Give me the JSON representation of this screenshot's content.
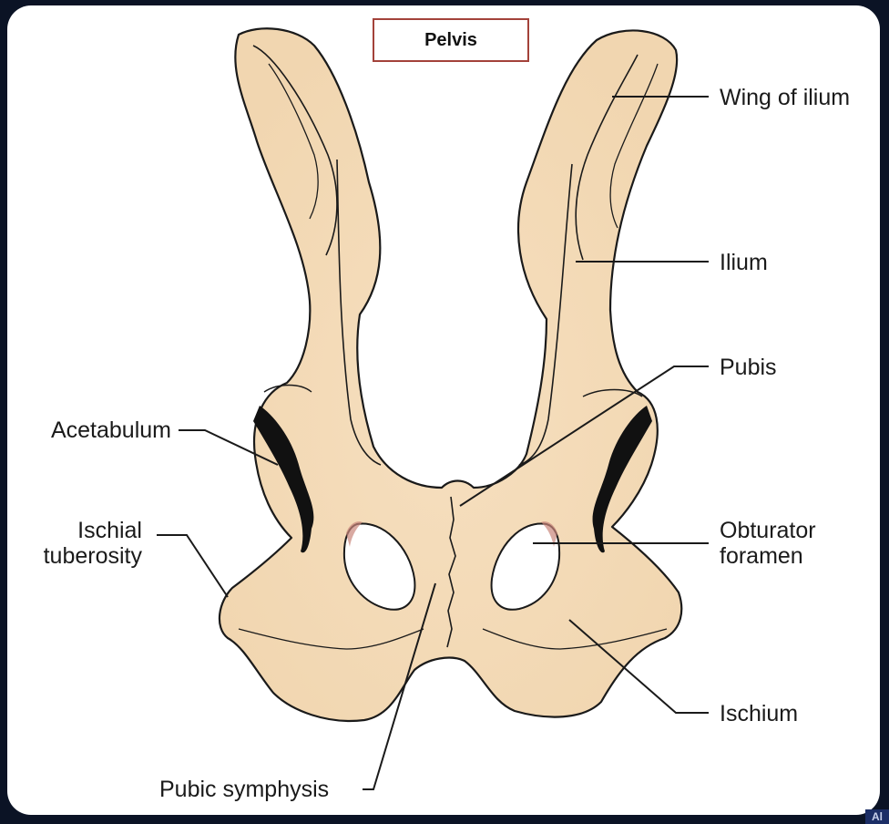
{
  "title": "Pelvis",
  "labels": {
    "wing_of_ilium": "Wing of ilium",
    "ilium": "Ilium",
    "pubis": "Pubis",
    "acetabulum": "Acetabulum",
    "ischial_tuberosity_line1": "Ischial",
    "ischial_tuberosity_line2": "tuberosity",
    "obturator_foramen_line1": "Obturator",
    "obturator_foramen_line2": "foramen",
    "ischium": "Ischium",
    "pubic_symphysis": "Pubic symphysis"
  },
  "corner_mark": "Al",
  "colors": {
    "background": "#0b1325",
    "frame": "#ffffff",
    "bone_fill": "#f4dbb8",
    "bone_outline": "#1a1a1a",
    "title_border": "#a3423a",
    "foramen_tint": "#c9867a"
  }
}
